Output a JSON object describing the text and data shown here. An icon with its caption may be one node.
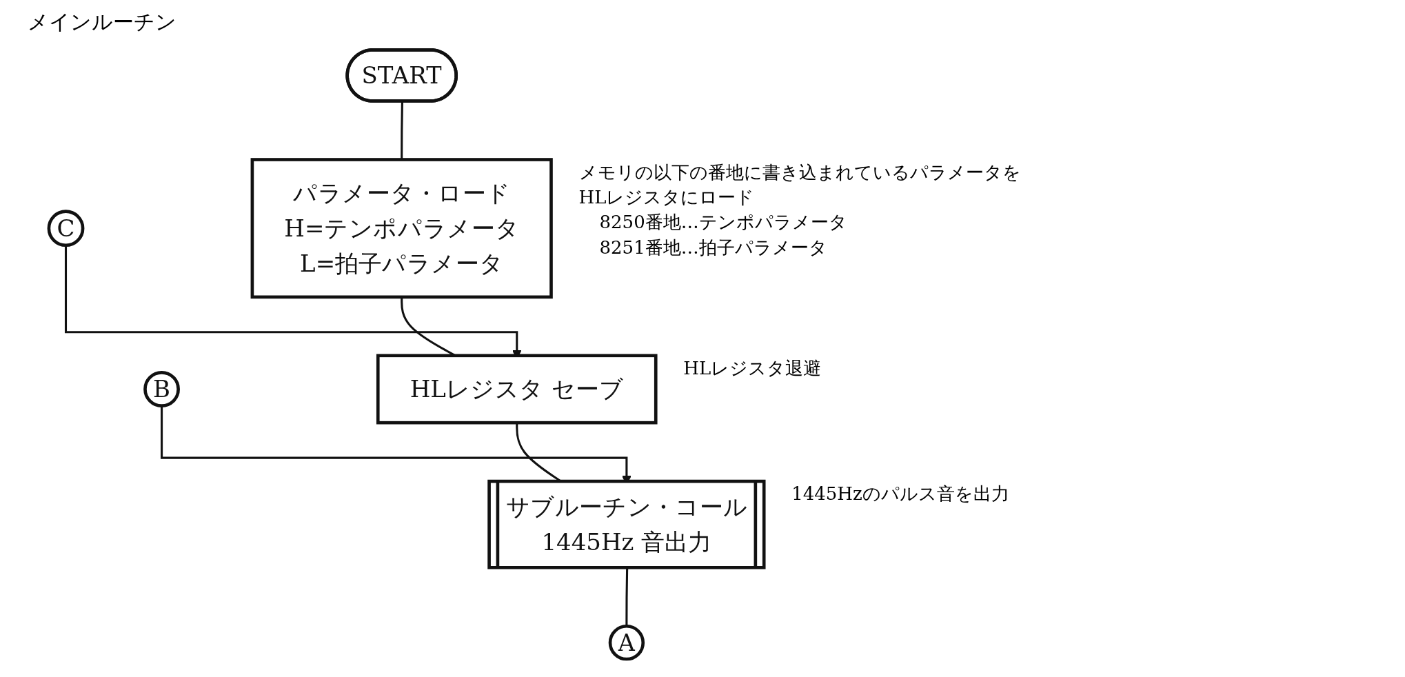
{
  "diagram": {
    "title": "メインルーチン",
    "nodes": [
      {
        "text": [
          "START"
        ]
      },
      {
        "text": [
          "パラメータ・ロード",
          "H=テンポパラメータ",
          "L=拍子パラメータ"
        ],
        "beside": [
          "メモリの以下の番地に書き込まれているパラメータをHLレジスタにロード",
          "8250番地…テンポパラメータ",
          "8251番地…拍子パラメータ"
        ]
      },
      {
        "text": [
          "HLレジスタ セーブ"
        ],
        "beside": [
          "HLレジスタ退避"
        ]
      },
      {
        "text": [
          "サブルーチン・コール",
          "1445Hz 音出力"
        ],
        "beside": [
          "1445Hzのパルス音を出力"
        ]
      },
      {
        "text": [
          "C"
        ]
      },
      {
        "text": [
          "B"
        ]
      },
      {
        "text": [
          "A"
        ]
      }
    ],
    "edges": [
      {
        "from": 0,
        "to": 1,
        "arrow": "none"
      },
      {
        "from": 1,
        "to": 2,
        "arrow": "none"
      },
      {
        "from": 4,
        "to": 2,
        "arrow": "to"
      },
      {
        "from": 2,
        "to": 3,
        "arrow": "none"
      },
      {
        "from": 5,
        "to": 3,
        "arrow": "to"
      },
      {
        "from": 3,
        "to": 6,
        "arrow": "none"
      }
    ]
  }
}
